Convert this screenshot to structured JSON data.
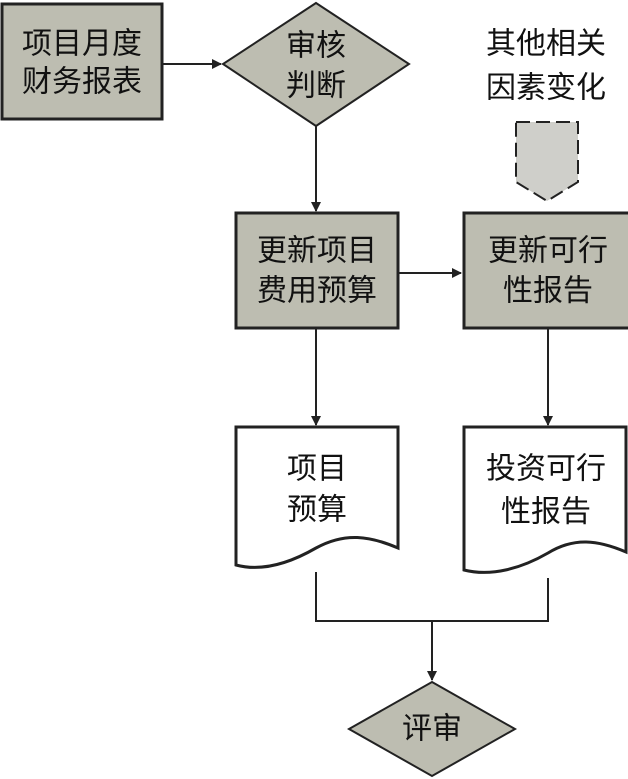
{
  "colors": {
    "box_fill": "#bdbdb1",
    "stroke": "#222222",
    "page": "#ffffff",
    "pentagon_fill": "#cfcfca"
  },
  "nodes": {
    "monthly_report": {
      "line1": "项目月度",
      "line2": "财务报表"
    },
    "audit": {
      "line1": "审核",
      "line2": "判断"
    },
    "other_factors": {
      "line1": "其他相关",
      "line2": "因素变化"
    },
    "update_budget": {
      "line1": "更新项目",
      "line2": "费用预算"
    },
    "update_feasibility": {
      "line1": "更新可行",
      "line2": "性报告"
    },
    "project_budget": {
      "line1": "项目",
      "line2": "预算"
    },
    "investment_feasibility": {
      "line1": "投资可行",
      "line2": "性报告"
    },
    "review": {
      "label": "评审"
    }
  }
}
